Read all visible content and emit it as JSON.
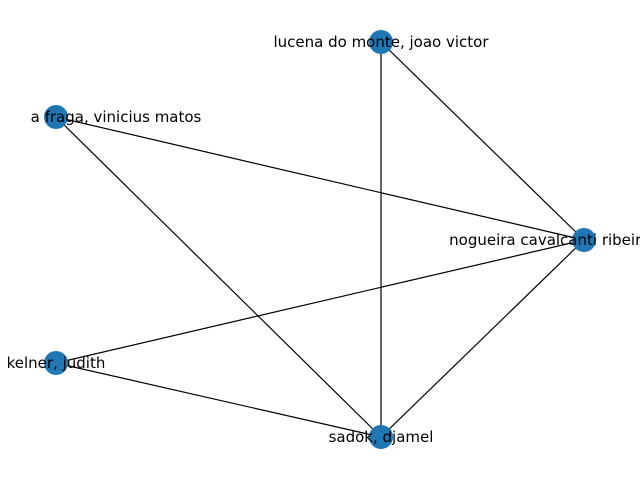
{
  "graph": {
    "node_color": "#1f77b4",
    "edge_color": "#000000",
    "label_color": "#000000",
    "nodes": [
      {
        "id": "lucena",
        "label": "lucena do monte, joao victor"
      },
      {
        "id": "fraga",
        "label": "a fraga, vinicius matos"
      },
      {
        "id": "nogueira",
        "label": "nogueira cavalcanti ribeiro,"
      },
      {
        "id": "kelner",
        "label": "kelner, judith"
      },
      {
        "id": "sadok",
        "label": "sadok, djamel"
      }
    ],
    "edges": [
      [
        "lucena",
        "sadok"
      ],
      [
        "lucena",
        "nogueira"
      ],
      [
        "fraga",
        "nogueira"
      ],
      [
        "fraga",
        "sadok"
      ],
      [
        "nogueira",
        "kelner"
      ],
      [
        "nogueira",
        "sadok"
      ],
      [
        "kelner",
        "sadok"
      ]
    ]
  }
}
